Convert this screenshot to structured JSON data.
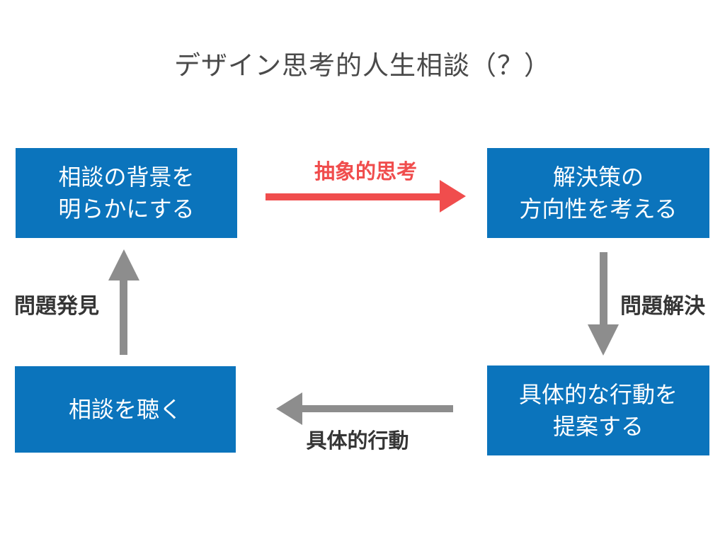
{
  "title": "デザイン思考的人生相談（？）",
  "colors": {
    "background": "#ffffff",
    "box_blue": "#0b74bc",
    "box_text": "#ffffff",
    "arrow_red": "#f04d4d",
    "arrow_gray": "#8d8d8d",
    "label_dark": "#353535",
    "title_gray": "#4a4a4a"
  },
  "boxes": {
    "top_left": {
      "text": "相談の背景を\n明らかにする"
    },
    "top_right": {
      "text": "解決策の\n方向性を考える"
    },
    "bottom_left": {
      "text": "相談を聴く"
    },
    "bottom_right": {
      "text": "具体的な行動を\n提案する"
    }
  },
  "arrows": {
    "top": {
      "label": "抽象的思考",
      "direction": "right",
      "color_name": "red",
      "from": "top_left",
      "to": "top_right"
    },
    "right": {
      "label": "問題解決",
      "direction": "down",
      "color_name": "gray",
      "from": "top_right",
      "to": "bottom_right"
    },
    "bottom": {
      "label": "具体的行動",
      "direction": "left",
      "color_name": "gray",
      "from": "bottom_right",
      "to": "bottom_left"
    },
    "left": {
      "label": "問題発見",
      "direction": "up",
      "color_name": "gray",
      "from": "bottom_left",
      "to": "top_left"
    }
  }
}
